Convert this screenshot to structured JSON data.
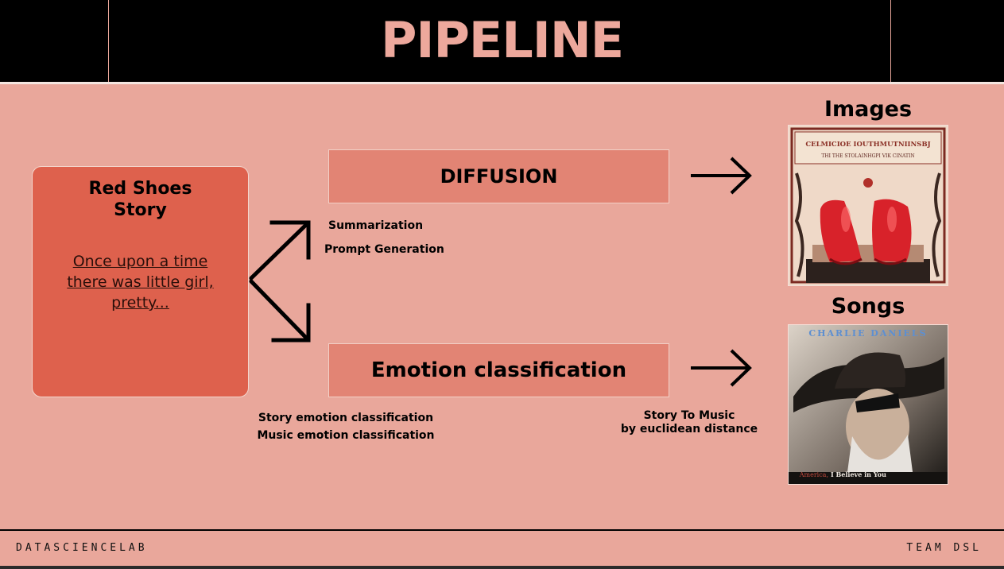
{
  "header": {
    "title": "PIPELINE"
  },
  "story": {
    "title_line1": "Red Shoes",
    "title_line2": "Story",
    "excerpt_line1": "Once upon a time",
    "excerpt_line2": "there was little girl,",
    "excerpt_line3": "pretty..."
  },
  "stages": {
    "diffusion": {
      "label": "DIFFUSION",
      "steps": [
        "Summarization",
        "Prompt Generation"
      ]
    },
    "emotion": {
      "label": "Emotion classification",
      "steps": [
        "Story emotion classification",
        "Music emotion classification"
      ],
      "mapping_line1": "Story To Music",
      "mapping_line2": "by euclidean distance"
    }
  },
  "outputs": {
    "images": {
      "title": "Images",
      "poster_heading": "CELMICIOE IOUTHMUTNIINSBJ",
      "poster_subheading": "THI THE STOLAINHGPI VIK CINATIN"
    },
    "songs": {
      "title": "Songs",
      "album_artist": "CHARLIE DANIELS",
      "album_title_red": "America,",
      "album_title_white": "I Believe in You"
    }
  },
  "footer": {
    "left": "DATASCIENCELAB",
    "right": "TEAM DSL"
  },
  "colors": {
    "background": "#e9a79b",
    "header": "#000000",
    "title": "#eda89c",
    "story_box": "#de614d",
    "stage_box": "#e28474"
  },
  "icons": [
    "split-arrow-icon",
    "right-arrow-icon"
  ]
}
